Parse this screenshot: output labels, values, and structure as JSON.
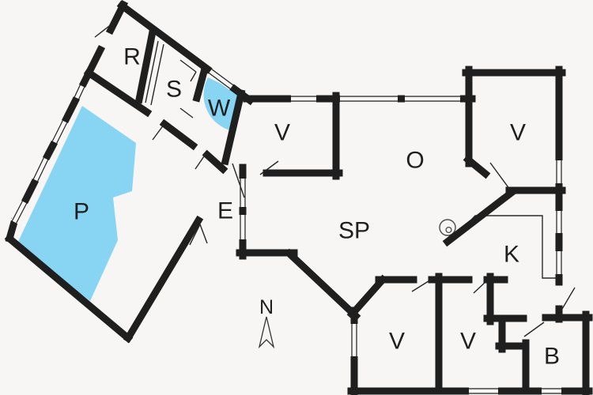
{
  "plan": {
    "type": "holiday-house-floor-plan",
    "colors": {
      "wall": "#1f1f1f",
      "water": "#87d5f3",
      "background": "#f7f6f4",
      "thin_line": "#1f1f1f"
    },
    "rooms": {
      "pool": {
        "label": "P"
      },
      "storage": {
        "label": "R"
      },
      "sauna": {
        "label": "S"
      },
      "wc": {
        "label": "W"
      },
      "bedroom_north": {
        "label": "V"
      },
      "bedroom_east": {
        "label": "V"
      },
      "entrance": {
        "label": "E"
      },
      "dining": {
        "label": "O"
      },
      "living": {
        "label": "SP"
      },
      "kitchen": {
        "label": "K"
      },
      "bedroom_southwest": {
        "label": "V"
      },
      "bedroom_south": {
        "label": "V"
      },
      "bathroom": {
        "label": "B"
      }
    },
    "compass": {
      "label": "N"
    }
  }
}
